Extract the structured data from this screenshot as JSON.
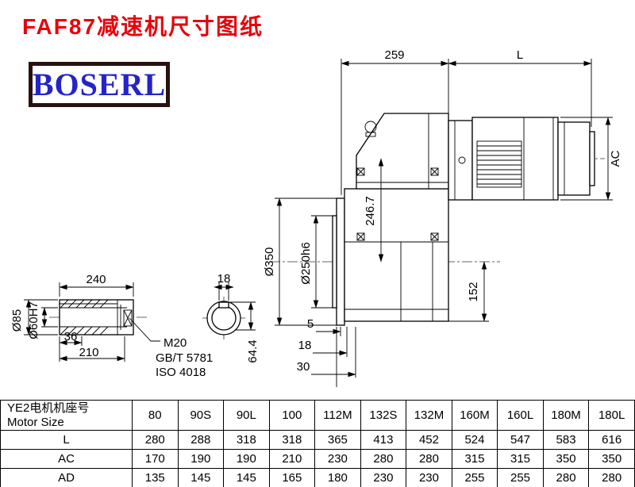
{
  "title": "FAF87减速机尺寸图纸",
  "logo": "BOSERL",
  "drawing": {
    "dims": {
      "top_259": "259",
      "top_L": "L",
      "ac": "AC",
      "flange_od": "Ø350",
      "spigot": "Ø250h6",
      "axis_height": "246.7",
      "bottom_152": "152",
      "d5": "5",
      "d18": "18",
      "d30": "30",
      "shaft_len": "240",
      "shaft_od": "Ø85",
      "bore": "Ø60H7",
      "step_36": "36",
      "step_210": "210",
      "thread": "M20",
      "std_gb": "GB/T 5781",
      "std_iso": "ISO 4018",
      "key_width": "18",
      "key_height": "64.4"
    }
  },
  "table": {
    "header": {
      "label_cn": "YE2电机机座号",
      "label_en": "Motor Size",
      "sizes": [
        "80",
        "90S",
        "90L",
        "100",
        "112M",
        "132S",
        "132M",
        "160M",
        "160L",
        "180M",
        "180L"
      ]
    },
    "rows": [
      {
        "label": "L",
        "values": [
          "280",
          "288",
          "318",
          "318",
          "365",
          "413",
          "452",
          "524",
          "547",
          "583",
          "616"
        ]
      },
      {
        "label": "AC",
        "values": [
          "170",
          "190",
          "190",
          "210",
          "230",
          "280",
          "280",
          "315",
          "315",
          "350",
          "350"
        ]
      },
      {
        "label": "AD",
        "values": [
          "135",
          "145",
          "145",
          "165",
          "180",
          "230",
          "230",
          "255",
          "255",
          "280",
          "280"
        ]
      }
    ]
  }
}
